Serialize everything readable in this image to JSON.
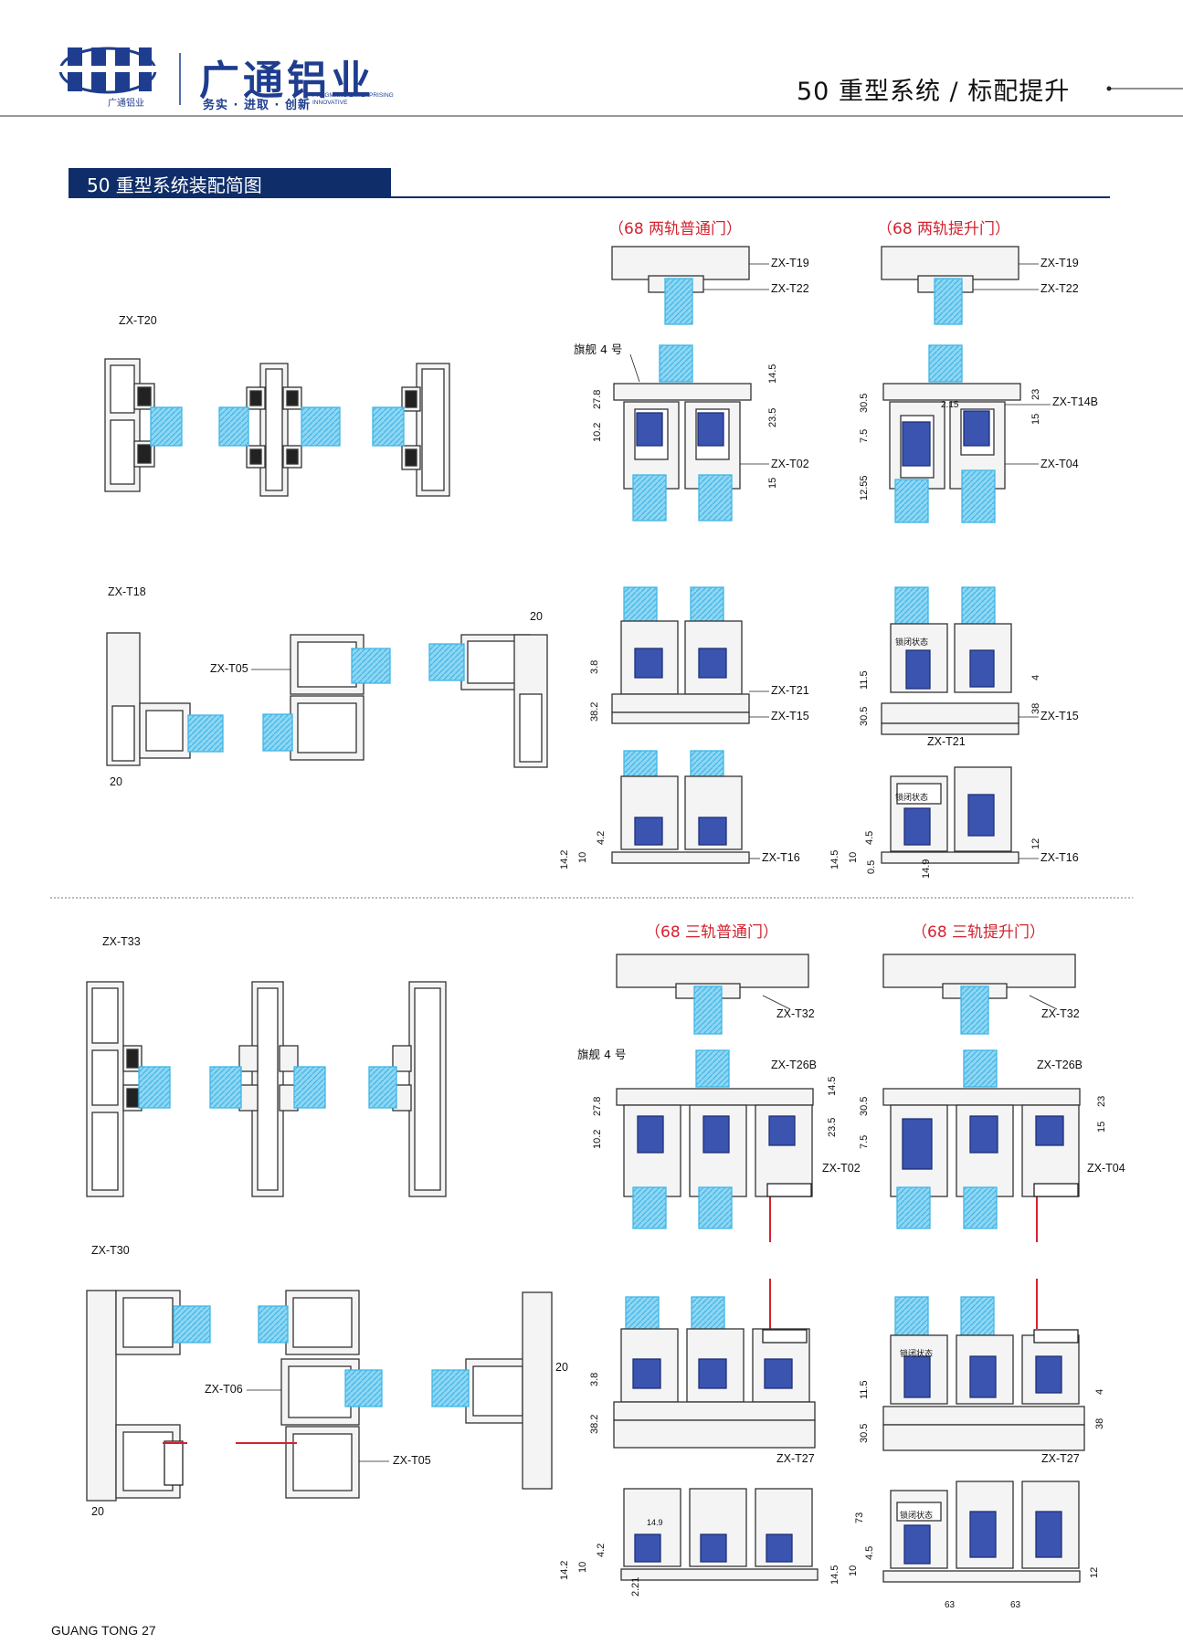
{
  "header": {
    "logo_sub": "广通铝业",
    "brand_cn": "广通铝业",
    "slogan": "务实 · 进取 · 创新",
    "slogan_en_1": "PRAGMATIC ENTERPRISING",
    "slogan_en_2": "INNOVATIVE",
    "page_title": "50 重型系统 / 标配提升"
  },
  "section": {
    "title": "50 重型系统装配简图"
  },
  "door_titles": {
    "two_track_normal": "（68 两轨普通门）",
    "two_track_lift": "（68 两轨提升门）",
    "three_track_normal": "（68 三轨普通门）",
    "three_track_lift": "（68 三轨提升门）"
  },
  "labels": {
    "t19a": "ZX-T19",
    "t22a": "ZX-T22",
    "t19b": "ZX-T19",
    "t22b": "ZX-T22",
    "t20": "ZX-T20",
    "flagship_a": "旗舰 4 号",
    "t02a": "ZX-T02",
    "t14b": "ZX-T14B",
    "t04a": "ZX-T04",
    "t18": "ZX-T18",
    "t05a": "ZX-T05",
    "dim20a": "20",
    "dim20b": "20",
    "t21a": "ZX-T21",
    "t15a": "ZX-T15",
    "t15b": "ZX-T15",
    "t21b": "ZX-T21",
    "t16a": "ZX-T16",
    "t16b": "ZX-T16",
    "t33": "ZX-T33",
    "t32a": "ZX-T32",
    "t32b": "ZX-T32",
    "flagship_b": "旗舰 4 号",
    "t26ba": "ZX-T26B",
    "t26bb": "ZX-T26B",
    "t02b": "ZX-T02",
    "t04b": "ZX-T04",
    "t30": "ZX-T30",
    "t06": "ZX-T06",
    "t05b": "ZX-T05",
    "dim20c": "20",
    "dim20d": "20",
    "t27a": "ZX-T27",
    "t27b": "ZX-T27",
    "lock_a": "锁闭状态",
    "lock_b": "锁闭状态",
    "lock_c": "锁闭状态",
    "lock_d": "锁闭状态"
  },
  "dims": {
    "d14_5a": "14.5",
    "d23_5a": "23.5",
    "d27_8a": "27.8",
    "d10_2a": "10.2",
    "d15a": "15",
    "d30_5a": "30.5",
    "d7_5a": "7.5",
    "d12_55": "12.55",
    "d23a": "23",
    "d15b": "15",
    "d2_15": "2.15",
    "d3_8a": "3.8",
    "d38_2a": "38.2",
    "d11_5a": "11.5",
    "d30_5b": "30.5",
    "d4a": "4",
    "d38a": "38",
    "d14_2a": "14.2",
    "d10a": "10",
    "d4_2a": "4.2",
    "d14_5b": "14.5",
    "d10b": "10",
    "d4_5a": "4.5",
    "d0_5": "0.5",
    "d14_9a": "14.9",
    "d12a": "12",
    "d27_8b": "27.8",
    "d10_2b": "10.2",
    "d14_5c": "14.5",
    "d23_5b": "23.5",
    "d30_5c": "30.5",
    "d7_5b": "7.5",
    "d23b": "23",
    "d15c": "15",
    "d3_8b": "3.8",
    "d38_2b": "38.2",
    "d11_5b": "11.5",
    "d30_5d": "30.5",
    "d4b": "4",
    "d38b": "38",
    "d14_2b": "14.2",
    "d10c": "10",
    "d4_2b": "4.2",
    "d73": "73",
    "d14_5d": "14.5",
    "d10d": "10",
    "d4_5b": "4.5",
    "d14_9b": "14.9",
    "d12b": "12",
    "d63a": "63",
    "d63b": "63",
    "d2_21": "2.21"
  },
  "footer": {
    "brand": "GUANG TONG",
    "page": "27"
  },
  "colors": {
    "navy": "#0f2d68",
    "red": "#d3232f",
    "glass": "#3fb6e6",
    "hardware": "#3a54b0"
  }
}
